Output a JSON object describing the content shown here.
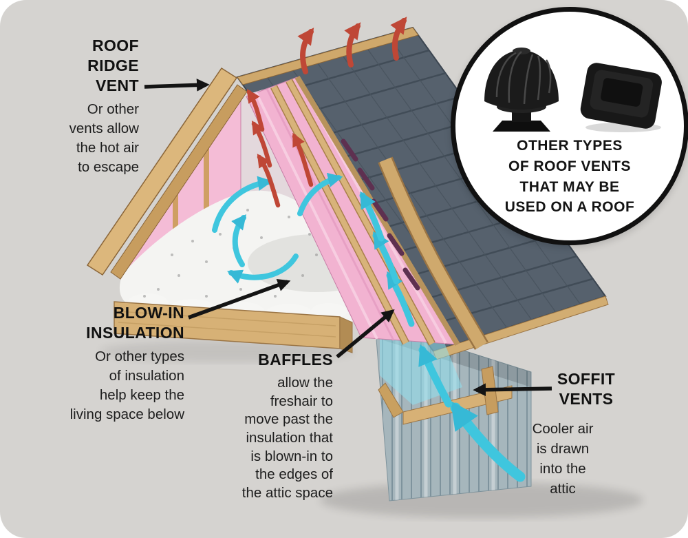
{
  "labels": {
    "ridge": {
      "title": "ROOF\nRIDGE\nVENT",
      "desc": "Or other\nvents allow\nthe hot air\nto escape"
    },
    "blow_in": {
      "title": "BLOW-IN\nINSULATION",
      "desc": "Or other types\nof insulation\nhelp keep the\nliving space below"
    },
    "baffles": {
      "title": "BAFFLES",
      "desc": "allow the\nfreshair to\nmove past the\ninsulation that\nis blown-in to\nthe edges of\nthe attic space"
    },
    "soffit": {
      "title": "SOFFIT\nVENTS",
      "desc": "Cooler air\nis drawn\ninto the\nattic"
    }
  },
  "inset": {
    "caption": "OTHER TYPES\nOF ROOF VENTS\nTHAT MAY BE\nUSED ON A ROOF",
    "icons": [
      "turbine-vent",
      "box-vent"
    ]
  },
  "colors": {
    "hot_air": "#bf4736",
    "cool_air": "#3fc6de",
    "insulation_pink": "#f2b3d1",
    "blown_insulation": "#f4f4f2",
    "wood": "#d7b176",
    "shingles": "#56616d",
    "wall_siding": "#a6b6bc",
    "label_text": "#161616",
    "inset_border": "#111111",
    "background": "#d5d3d0"
  }
}
